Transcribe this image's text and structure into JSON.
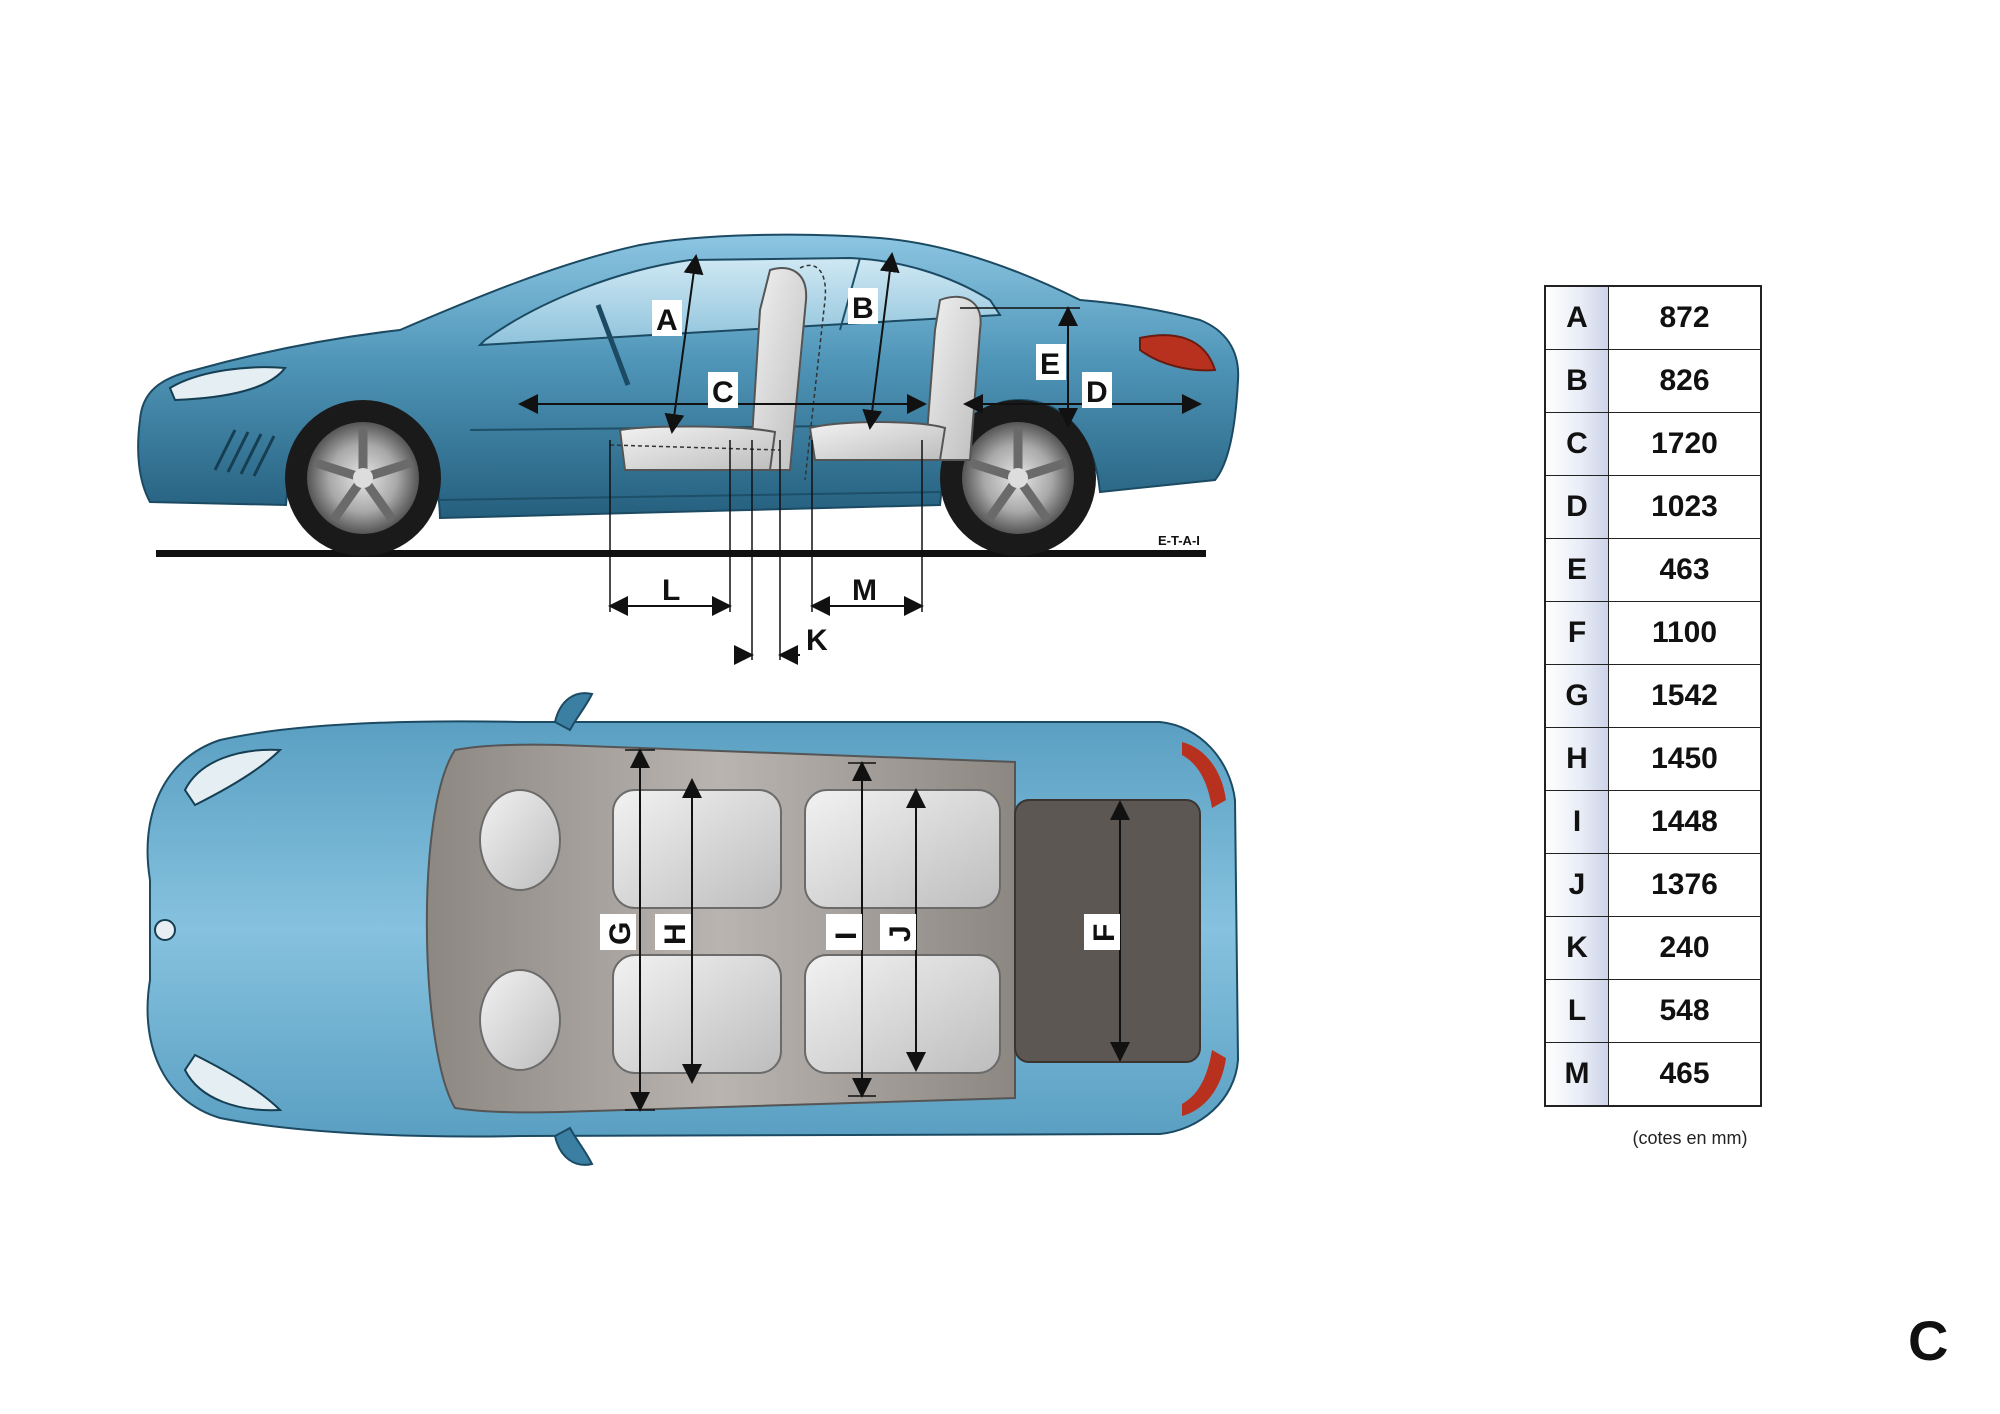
{
  "diagram": {
    "side_view_labels": [
      "A",
      "B",
      "C",
      "D",
      "E",
      "L",
      "K",
      "M"
    ],
    "top_view_labels": [
      "G",
      "H",
      "I",
      "J",
      "F"
    ],
    "credit": "E-T-A-I"
  },
  "dimensions": [
    {
      "key": "A",
      "value": "872"
    },
    {
      "key": "B",
      "value": "826"
    },
    {
      "key": "C",
      "value": "1720"
    },
    {
      "key": "D",
      "value": "1023"
    },
    {
      "key": "E",
      "value": "463"
    },
    {
      "key": "F",
      "value": "1100"
    },
    {
      "key": "G",
      "value": "1542"
    },
    {
      "key": "H",
      "value": "1450"
    },
    {
      "key": "I",
      "value": "1448"
    },
    {
      "key": "J",
      "value": "1376"
    },
    {
      "key": "K",
      "value": "240"
    },
    {
      "key": "L",
      "value": "548"
    },
    {
      "key": "M",
      "value": "465"
    }
  ],
  "units_note": "(cotes en mm)",
  "page_letter": "C",
  "colors": {
    "car_body": "#4f95b8",
    "car_body_dark": "#2b6888",
    "car_body_light": "#a8d4ea",
    "trunk": "#5d5753",
    "tail_light": "#b8311f"
  }
}
